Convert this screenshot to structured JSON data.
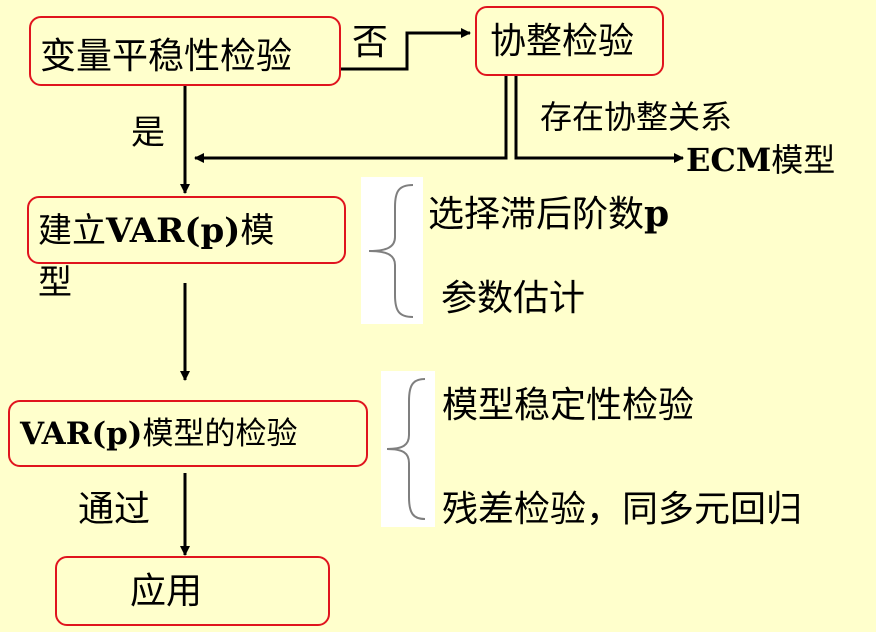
{
  "colors": {
    "background": "#ffffcc",
    "box_border": "#e0141e",
    "line": "#000000",
    "brace": "#7f7f7f"
  },
  "nodes": {
    "stationarity": {
      "label": "变量平稳性检验"
    },
    "cointegration": {
      "label": "协整检验"
    },
    "build_var": {
      "label_prefix": "建立",
      "label_bold": "VAR(p)",
      "label_suffix": "模型"
    },
    "var_test": {
      "label_bold": "VAR(p)",
      "label_suffix": "模型的检验"
    },
    "application": {
      "label": "应用"
    }
  },
  "edges": {
    "no": "否",
    "yes": "是",
    "cointegrated": "存在协整关系",
    "ecm_bold": "ECM",
    "ecm_suffix": "模型",
    "pass": "通过"
  },
  "notes": {
    "var_steps": [
      "选择滞后阶数",
      "参数估计"
    ],
    "var_steps_bold_suffix": "p",
    "test_steps": [
      "模型稳定性检验",
      "残差检验，同多元回归"
    ]
  }
}
